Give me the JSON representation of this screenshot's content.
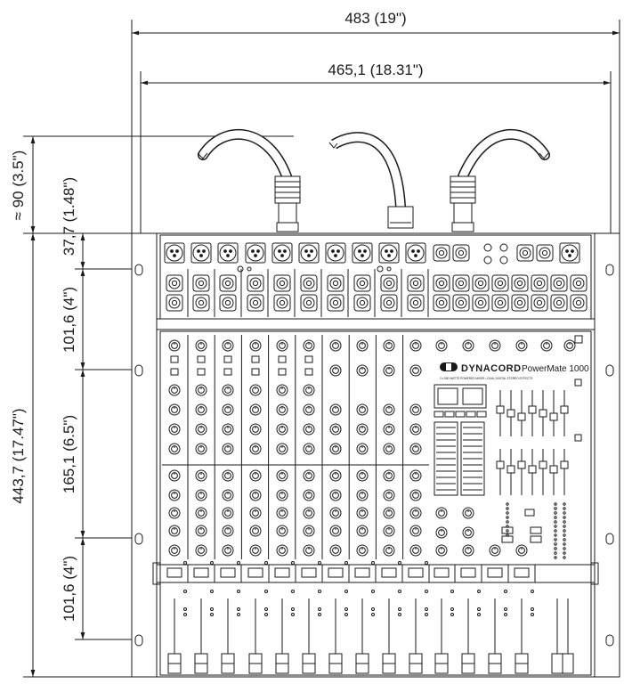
{
  "dimensions": {
    "total_width": "483 (19\")",
    "inner_width": "465,1 (18.31\")",
    "cable_height": "≈ 90 (3.5\")",
    "total_height": "443,7 (17.47\")",
    "seg_top": "37,7 (1.48\")",
    "seg_1": "101,6 (4\")",
    "seg_2": "165,1 (6.5\")",
    "seg_3": "101,6 (4\")"
  },
  "brand": {
    "name": "DYNACORD",
    "model": "PowerMate 1000",
    "tagline": "2 x 550 WATTS POWERED MIXER • DUAL DIGITAL STEREO EFFECTS"
  },
  "colors": {
    "line": "#1a1a1a",
    "background": "#ffffff",
    "panel": "#ffffff"
  }
}
